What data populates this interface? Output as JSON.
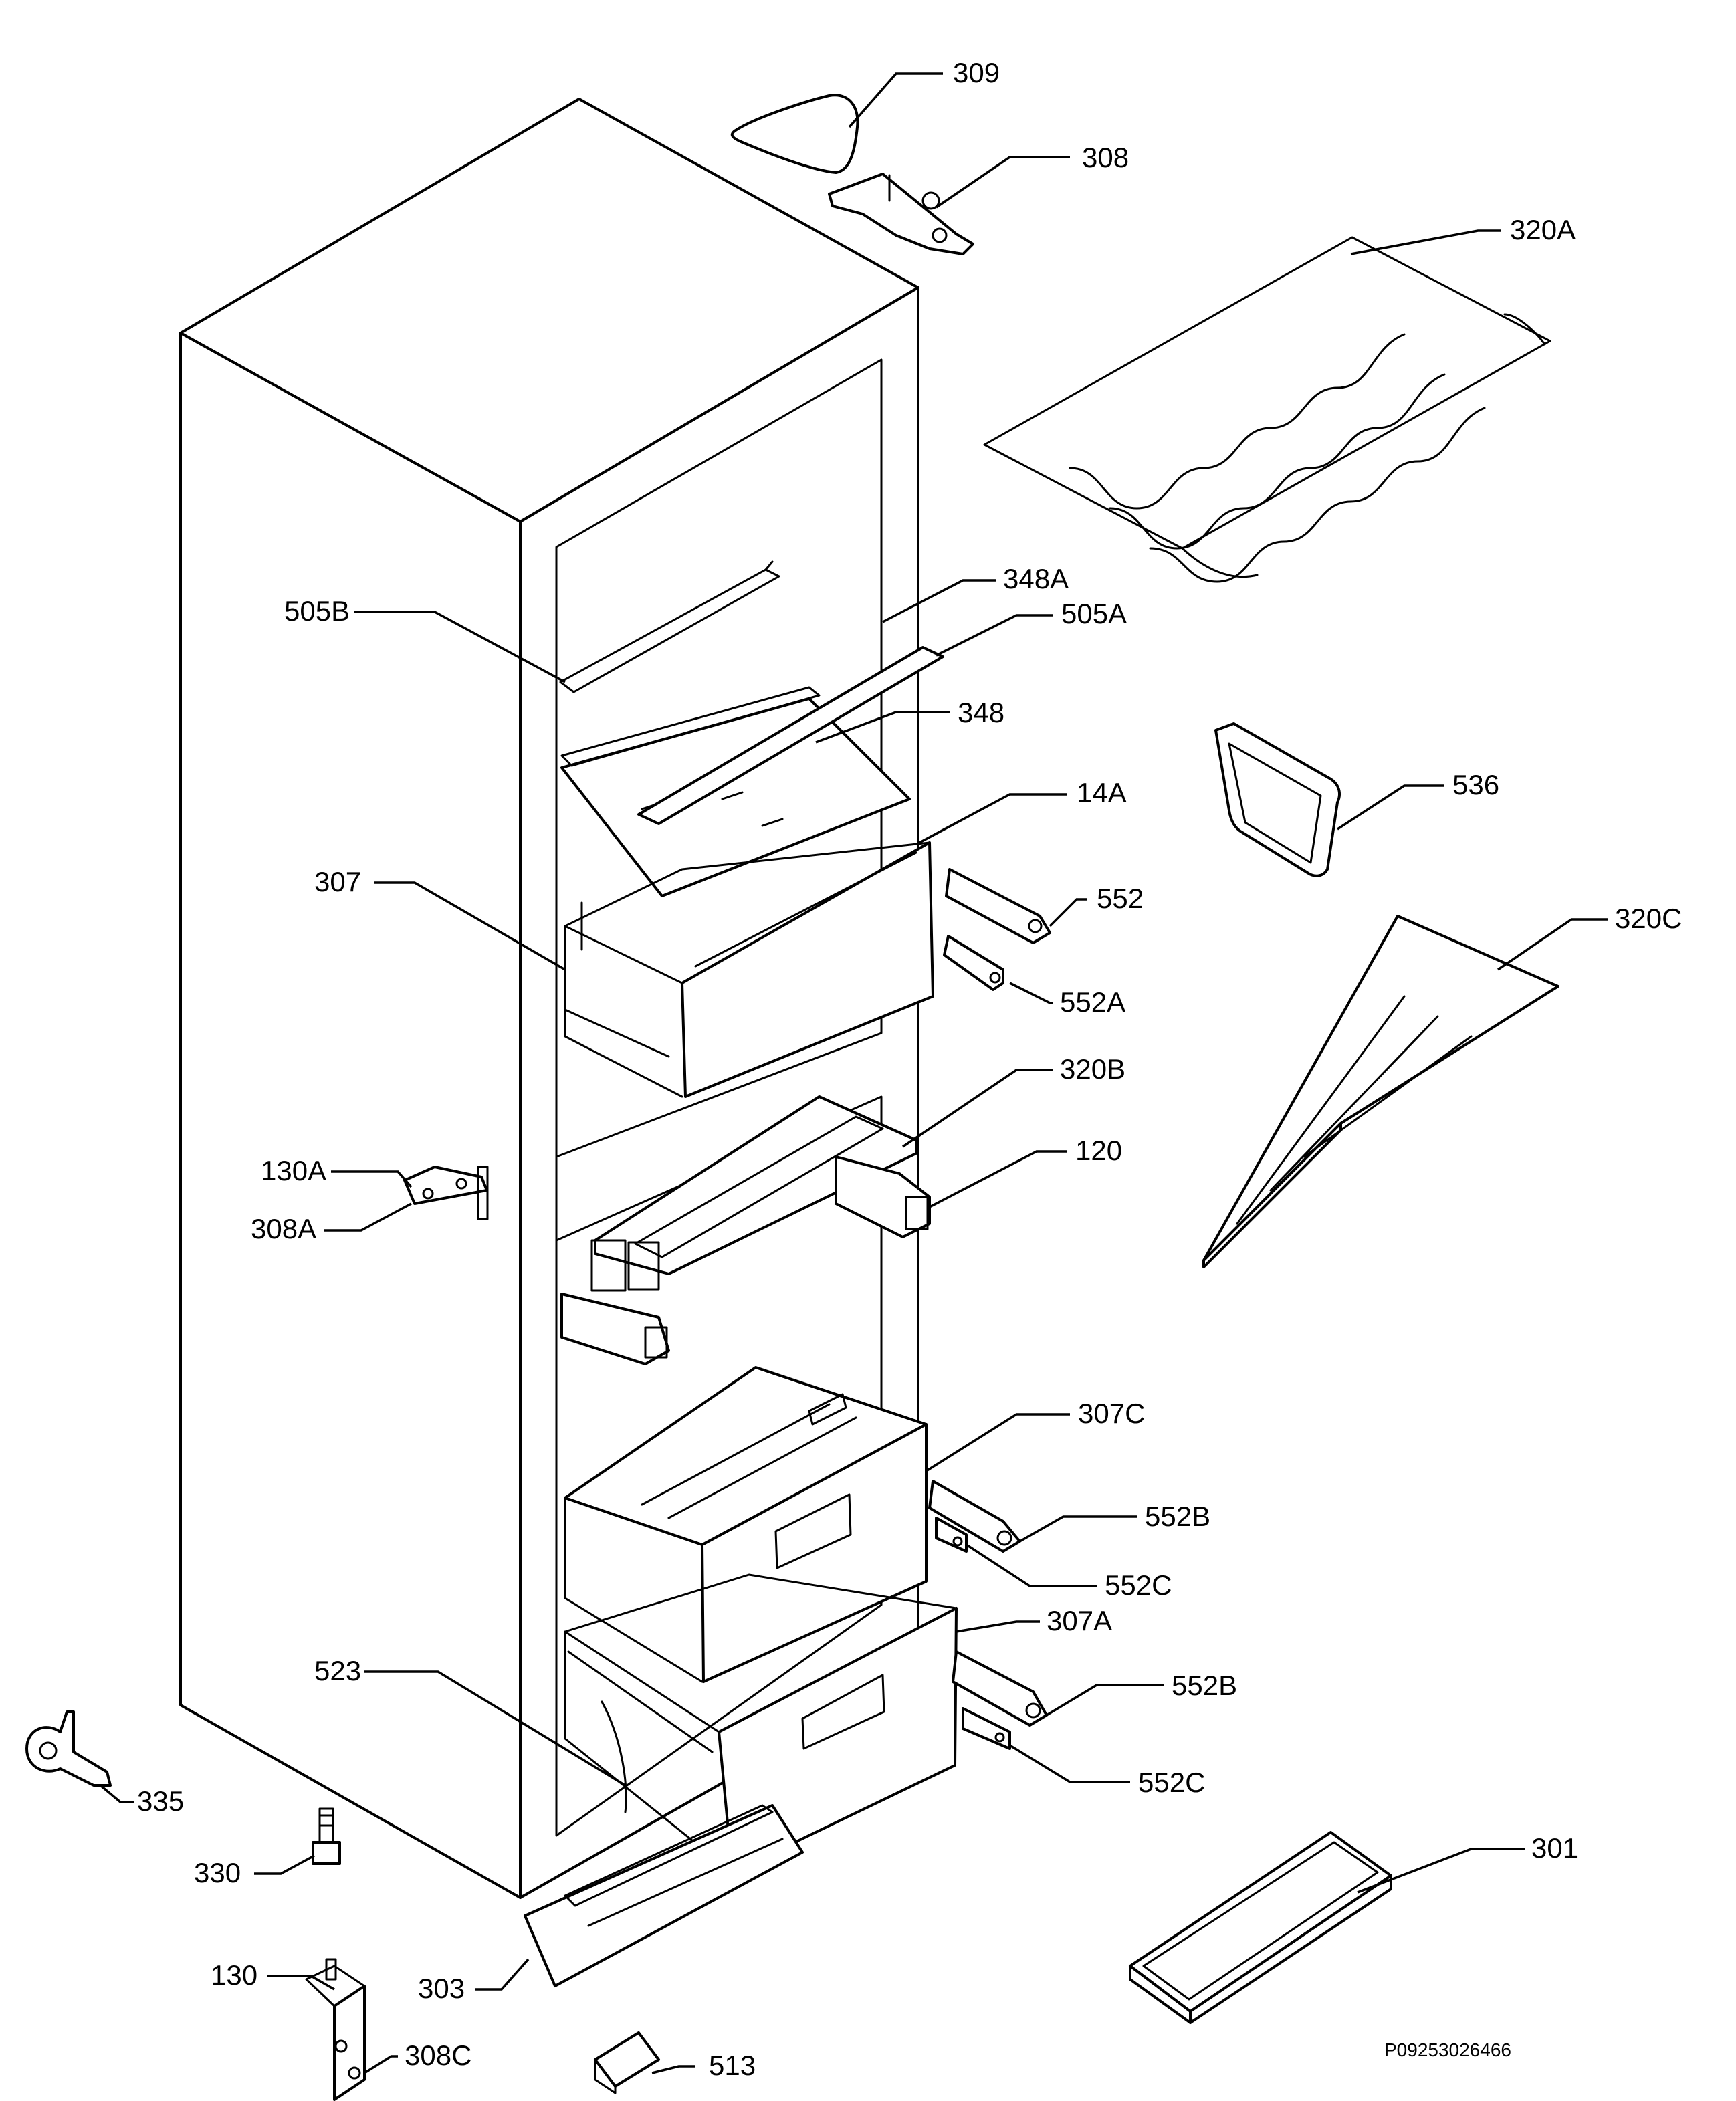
{
  "labels": {
    "p309": "309",
    "p308": "308",
    "p320a": "320A",
    "p348a": "348A",
    "p505b": "505B",
    "p505a": "505A",
    "p348": "348",
    "p536": "536",
    "p14a": "14A",
    "p307": "307",
    "p552": "552",
    "p320c": "320C",
    "p552a": "552A",
    "p320b": "320B",
    "p120": "120",
    "p130a": "130A",
    "p308a": "308A",
    "p307c": "307C",
    "p552b_1": "552B",
    "p552c_1": "552C",
    "p307a": "307A",
    "p552b_2": "552B",
    "p523": "523",
    "p552c_2": "552C",
    "p335": "335",
    "p330": "330",
    "p301": "301",
    "p303": "303",
    "p130": "130",
    "p308c": "308C",
    "p513": "513"
  },
  "drawing_code": "P09253026466"
}
